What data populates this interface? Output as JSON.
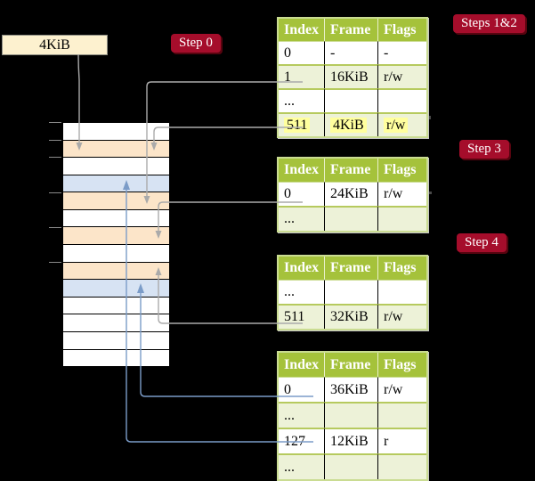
{
  "legend_box": {
    "label": "4KiB"
  },
  "labels": {
    "step0": "Step 0",
    "steps12": "Steps 1&2",
    "step3": "Step 3",
    "step4": "Step 4"
  },
  "colors": {
    "accent_red": "#a50d2b",
    "header_green": "#a5c23b",
    "row_green": "#edf2d8",
    "separator_green": "#b6ca5e",
    "peach": "#fce5c9",
    "blue": "#d7e3f3",
    "cream": "#fdf1cf",
    "highlight_yellow": "#ffff9e",
    "gray_line": "#aaaaaa",
    "blue_line": "#7b9cc8",
    "white": "#ffffff"
  },
  "memory_rows": [
    {
      "fill": "white"
    },
    {
      "fill": "peach"
    },
    {
      "fill": "white"
    },
    {
      "fill": "blue"
    },
    {
      "fill": "peach"
    },
    {
      "fill": "white"
    },
    {
      "fill": "peach"
    },
    {
      "fill": "white"
    },
    {
      "fill": "peach"
    },
    {
      "fill": "blue"
    },
    {
      "fill": "white"
    },
    {
      "fill": "white"
    },
    {
      "fill": "white"
    },
    {
      "fill": "white"
    }
  ],
  "tables": [
    {
      "headers": [
        "Index",
        "Frame",
        "Flags"
      ],
      "rows": [
        {
          "cells": [
            "0",
            "-",
            "-"
          ],
          "highlight": false
        },
        {
          "cells": [
            "1",
            "16KiB",
            "r/w"
          ],
          "highlight": false
        },
        {
          "cells": [
            "...",
            "",
            ""
          ],
          "highlight": false
        },
        {
          "cells": [
            "511",
            "4KiB",
            "r/w"
          ],
          "highlight": true
        }
      ]
    },
    {
      "headers": [
        "Index",
        "Frame",
        "Flags"
      ],
      "rows": [
        {
          "cells": [
            "0",
            "24KiB",
            "r/w"
          ],
          "highlight": false
        },
        {
          "cells": [
            "...",
            "",
            ""
          ],
          "highlight": false
        }
      ]
    },
    {
      "headers": [
        "Index",
        "Frame",
        "Flags"
      ],
      "rows": [
        {
          "cells": [
            "...",
            "",
            ""
          ],
          "highlight": false
        },
        {
          "cells": [
            "511",
            "32KiB",
            "r/w"
          ],
          "highlight": false
        }
      ]
    },
    {
      "headers": [
        "Index",
        "Frame",
        "Flags"
      ],
      "rows": [
        {
          "cells": [
            "0",
            "36KiB",
            "r/w"
          ],
          "highlight": false
        },
        {
          "cells": [
            "...",
            "",
            ""
          ],
          "highlight": false
        },
        {
          "cells": [
            "127",
            "12KiB",
            "r"
          ],
          "highlight": false
        },
        {
          "cells": [
            "...",
            "",
            ""
          ],
          "highlight": false
        }
      ]
    }
  ]
}
